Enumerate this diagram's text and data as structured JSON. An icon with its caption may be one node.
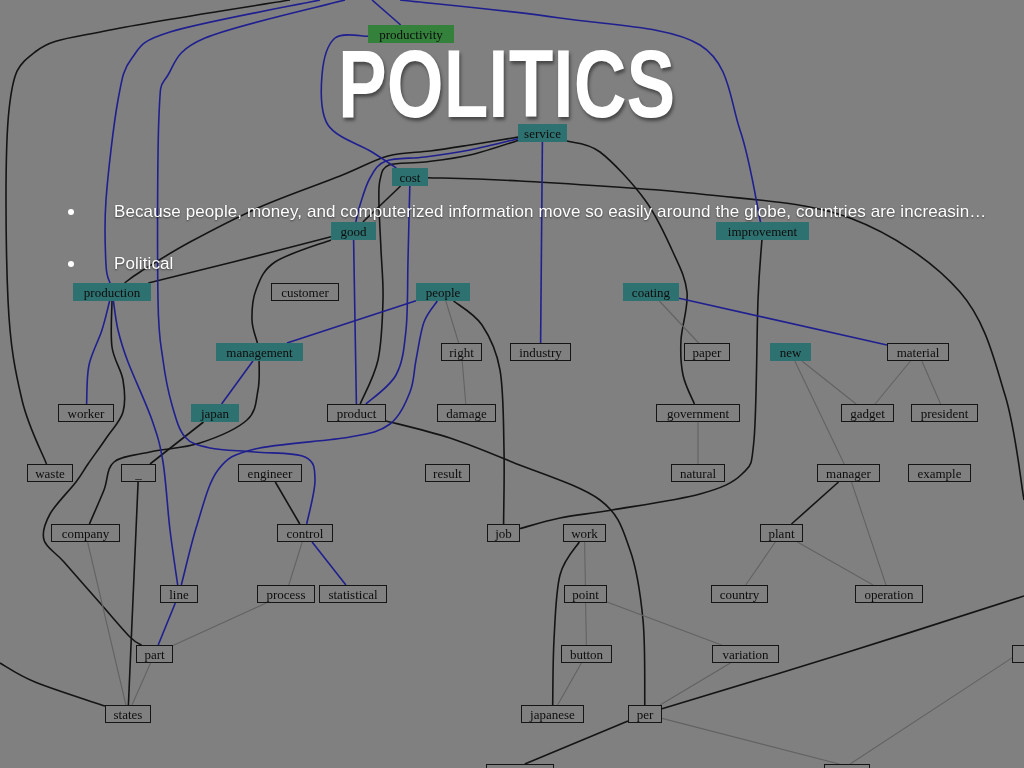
{
  "diagram": {
    "title": "POLITICS",
    "nodes": [
      {
        "text": [
          "productivity"
        ]
      },
      {
        "text": [
          "service"
        ]
      },
      {
        "text": [
          "cost"
        ]
      },
      {
        "text": [
          "good"
        ]
      },
      {
        "text": [
          "improvement"
        ]
      },
      {
        "text": [
          "production"
        ]
      },
      {
        "text": [
          "customer"
        ]
      },
      {
        "text": [
          "people"
        ]
      },
      {
        "text": [
          "coating"
        ]
      },
      {
        "text": [
          "management"
        ]
      },
      {
        "text": [
          "right"
        ]
      },
      {
        "text": [
          "industry"
        ]
      },
      {
        "text": [
          "paper"
        ]
      },
      {
        "text": [
          "new"
        ]
      },
      {
        "text": [
          "material"
        ]
      },
      {
        "text": [
          "worker"
        ]
      },
      {
        "text": [
          "japan"
        ]
      },
      {
        "text": [
          "product"
        ]
      },
      {
        "text": [
          "damage"
        ]
      },
      {
        "text": [
          "government"
        ]
      },
      {
        "text": [
          "gadget"
        ]
      },
      {
        "text": [
          "president"
        ]
      },
      {
        "text": [
          "waste"
        ]
      },
      {
        "text": [
          "_"
        ]
      },
      {
        "text": [
          "engineer"
        ]
      },
      {
        "text": [
          "result"
        ]
      },
      {
        "text": [
          "natural"
        ]
      },
      {
        "text": [
          "manager"
        ]
      },
      {
        "text": [
          "example"
        ]
      },
      {
        "text": [
          "company"
        ]
      },
      {
        "text": [
          "control"
        ]
      },
      {
        "text": [
          "job"
        ]
      },
      {
        "text": [
          "work"
        ]
      },
      {
        "text": [
          "plant"
        ]
      },
      {
        "text": [
          "line"
        ]
      },
      {
        "text": [
          "process"
        ]
      },
      {
        "text": [
          "statistical"
        ]
      },
      {
        "text": [
          "point"
        ]
      },
      {
        "text": [
          "country"
        ]
      },
      {
        "text": [
          "operation"
        ]
      },
      {
        "text": [
          "part"
        ]
      },
      {
        "text": [
          "button"
        ]
      },
      {
        "text": [
          "variation"
        ]
      },
      {
        "text": [],
        "shape": "box"
      },
      {
        "text": [
          "states"
        ]
      },
      {
        "text": [
          "japanese"
        ]
      },
      {
        "text": [
          "per"
        ]
      },
      {
        "text": [],
        "shape": "box"
      },
      {
        "text": [],
        "shape": "box"
      }
    ],
    "edges": [
      {
        "from": null,
        "to": 22,
        "arrow": "none",
        "color": "#141414"
      },
      {
        "from": 1,
        "to": 5,
        "arrow": "none",
        "color": "#141414"
      },
      {
        "from": 1,
        "to": 19,
        "arrow": "none",
        "color": "#141414"
      },
      {
        "from": 2,
        "to": null,
        "arrow": "none",
        "color": "#141414"
      },
      {
        "from": 2,
        "to": 3,
        "arrow": "none",
        "color": "#141414"
      },
      {
        "from": 1,
        "to": 17,
        "arrow": "none",
        "color": "#141414"
      },
      {
        "from": 3,
        "to": 5,
        "arrow": "none",
        "color": "#141414"
      },
      {
        "from": 3,
        "to": 9,
        "arrow": "none",
        "color": "#141414"
      },
      {
        "from": 9,
        "to": 29,
        "arrow": "none",
        "color": "#141414"
      },
      {
        "from": 16,
        "to": 23,
        "arrow": "none",
        "color": "#141414"
      },
      {
        "from": 23,
        "to": 44,
        "arrow": "none",
        "color": "#141414"
      },
      {
        "from": 5,
        "to": 40,
        "arrow": "none",
        "color": "#141414"
      },
      {
        "from": 24,
        "to": 30,
        "arrow": "none",
        "color": "#141414"
      },
      {
        "from": 7,
        "to": 31,
        "arrow": "none",
        "color": "#141414"
      },
      {
        "from": 17,
        "to": 46,
        "arrow": "none",
        "color": "#141414"
      },
      {
        "from": 4,
        "to": 31,
        "arrow": "none",
        "color": "#141414"
      },
      {
        "from": 27,
        "to": 33,
        "arrow": "none",
        "color": "#141414"
      },
      {
        "from": 32,
        "to": 45,
        "arrow": "none",
        "color": "#141414"
      },
      {
        "from": 46,
        "to": null,
        "arrow": "none",
        "color": "#141414"
      },
      {
        "from": 46,
        "to": 47,
        "arrow": "none",
        "color": "#141414"
      },
      {
        "from": null,
        "to": 44,
        "arrow": "none",
        "color": "#141414"
      },
      {
        "from": null,
        "to": 0,
        "arrow": "none",
        "color": "#1f1f8f"
      },
      {
        "from": 0,
        "to": 2,
        "arrow": "none",
        "color": "#1f1f8f"
      },
      {
        "from": 1,
        "to": 3,
        "arrow": "none",
        "color": "#1f1f8f"
      },
      {
        "from": 2,
        "to": 17,
        "arrow": "none",
        "color": "#1f1f8f"
      },
      {
        "from": 3,
        "to": 17,
        "arrow": "none",
        "color": "#1f1f8f"
      },
      {
        "from": 1,
        "to": 11,
        "arrow": "none",
        "color": "#1f1f8f"
      },
      {
        "from": null,
        "to": 4,
        "arrow": "none",
        "color": "#1f1f8f"
      },
      {
        "from": 8,
        "to": 14,
        "arrow": "none",
        "color": "#1f1f8f"
      },
      {
        "from": 7,
        "to": 9,
        "arrow": "none",
        "color": "#1f1f8f"
      },
      {
        "from": 7,
        "to": 34,
        "arrow": "none",
        "color": "#1f1f8f"
      },
      {
        "from": 9,
        "to": 16,
        "arrow": "none",
        "color": "#1f1f8f"
      },
      {
        "from": 5,
        "to": 15,
        "arrow": "none",
        "color": "#1f1f8f"
      },
      {
        "from": 5,
        "to": 34,
        "arrow": "none",
        "color": "#1f1f8f"
      },
      {
        "from": 34,
        "to": 40,
        "arrow": "none",
        "color": "#1f1f8f"
      },
      {
        "from": 30,
        "to": 36,
        "arrow": "none",
        "color": "#1f1f8f"
      },
      {
        "from": null,
        "to": 5,
        "arrow": "none",
        "color": "#1f1f8f"
      },
      {
        "from": null,
        "to": 30,
        "arrow": "none",
        "color": "#1f1f8f"
      },
      {
        "from": 19,
        "to": 26,
        "arrow": "none"
      },
      {
        "from": 32,
        "to": 37,
        "arrow": "none"
      },
      {
        "from": 37,
        "to": 41,
        "arrow": "none"
      },
      {
        "from": 41,
        "to": 45,
        "arrow": "none"
      },
      {
        "from": 33,
        "to": 38,
        "arrow": "none"
      },
      {
        "from": 33,
        "to": 39,
        "arrow": "none"
      },
      {
        "from": 27,
        "to": 39,
        "arrow": "none"
      },
      {
        "from": 42,
        "to": 46,
        "arrow": "none"
      },
      {
        "from": 46,
        "to": 48,
        "arrow": "none"
      },
      {
        "from": 43,
        "to": 48,
        "arrow": "none"
      },
      {
        "from": 10,
        "to": 18,
        "arrow": "none"
      },
      {
        "from": 14,
        "to": 20,
        "arrow": "none"
      },
      {
        "from": 14,
        "to": 21,
        "arrow": "none"
      },
      {
        "from": 30,
        "to": 35,
        "arrow": "none"
      },
      {
        "from": 44,
        "to": 40,
        "arrow": "none"
      },
      {
        "from": 44,
        "to": 29,
        "arrow": "none"
      },
      {
        "from": 40,
        "to": 35,
        "arrow": "none"
      },
      {
        "from": 37,
        "to": 42,
        "arrow": "none"
      },
      {
        "from": 8,
        "to": 12,
        "arrow": "none"
      },
      {
        "from": 7,
        "to": 10,
        "arrow": "none"
      },
      {
        "from": 13,
        "to": 27,
        "arrow": "none"
      },
      {
        "from": 13,
        "to": 20,
        "arrow": "none"
      }
    ],
    "labels": [
      "Because people, money, and computerized information move so easily around the globe, countries are increasin…",
      "Political"
    ]
  }
}
